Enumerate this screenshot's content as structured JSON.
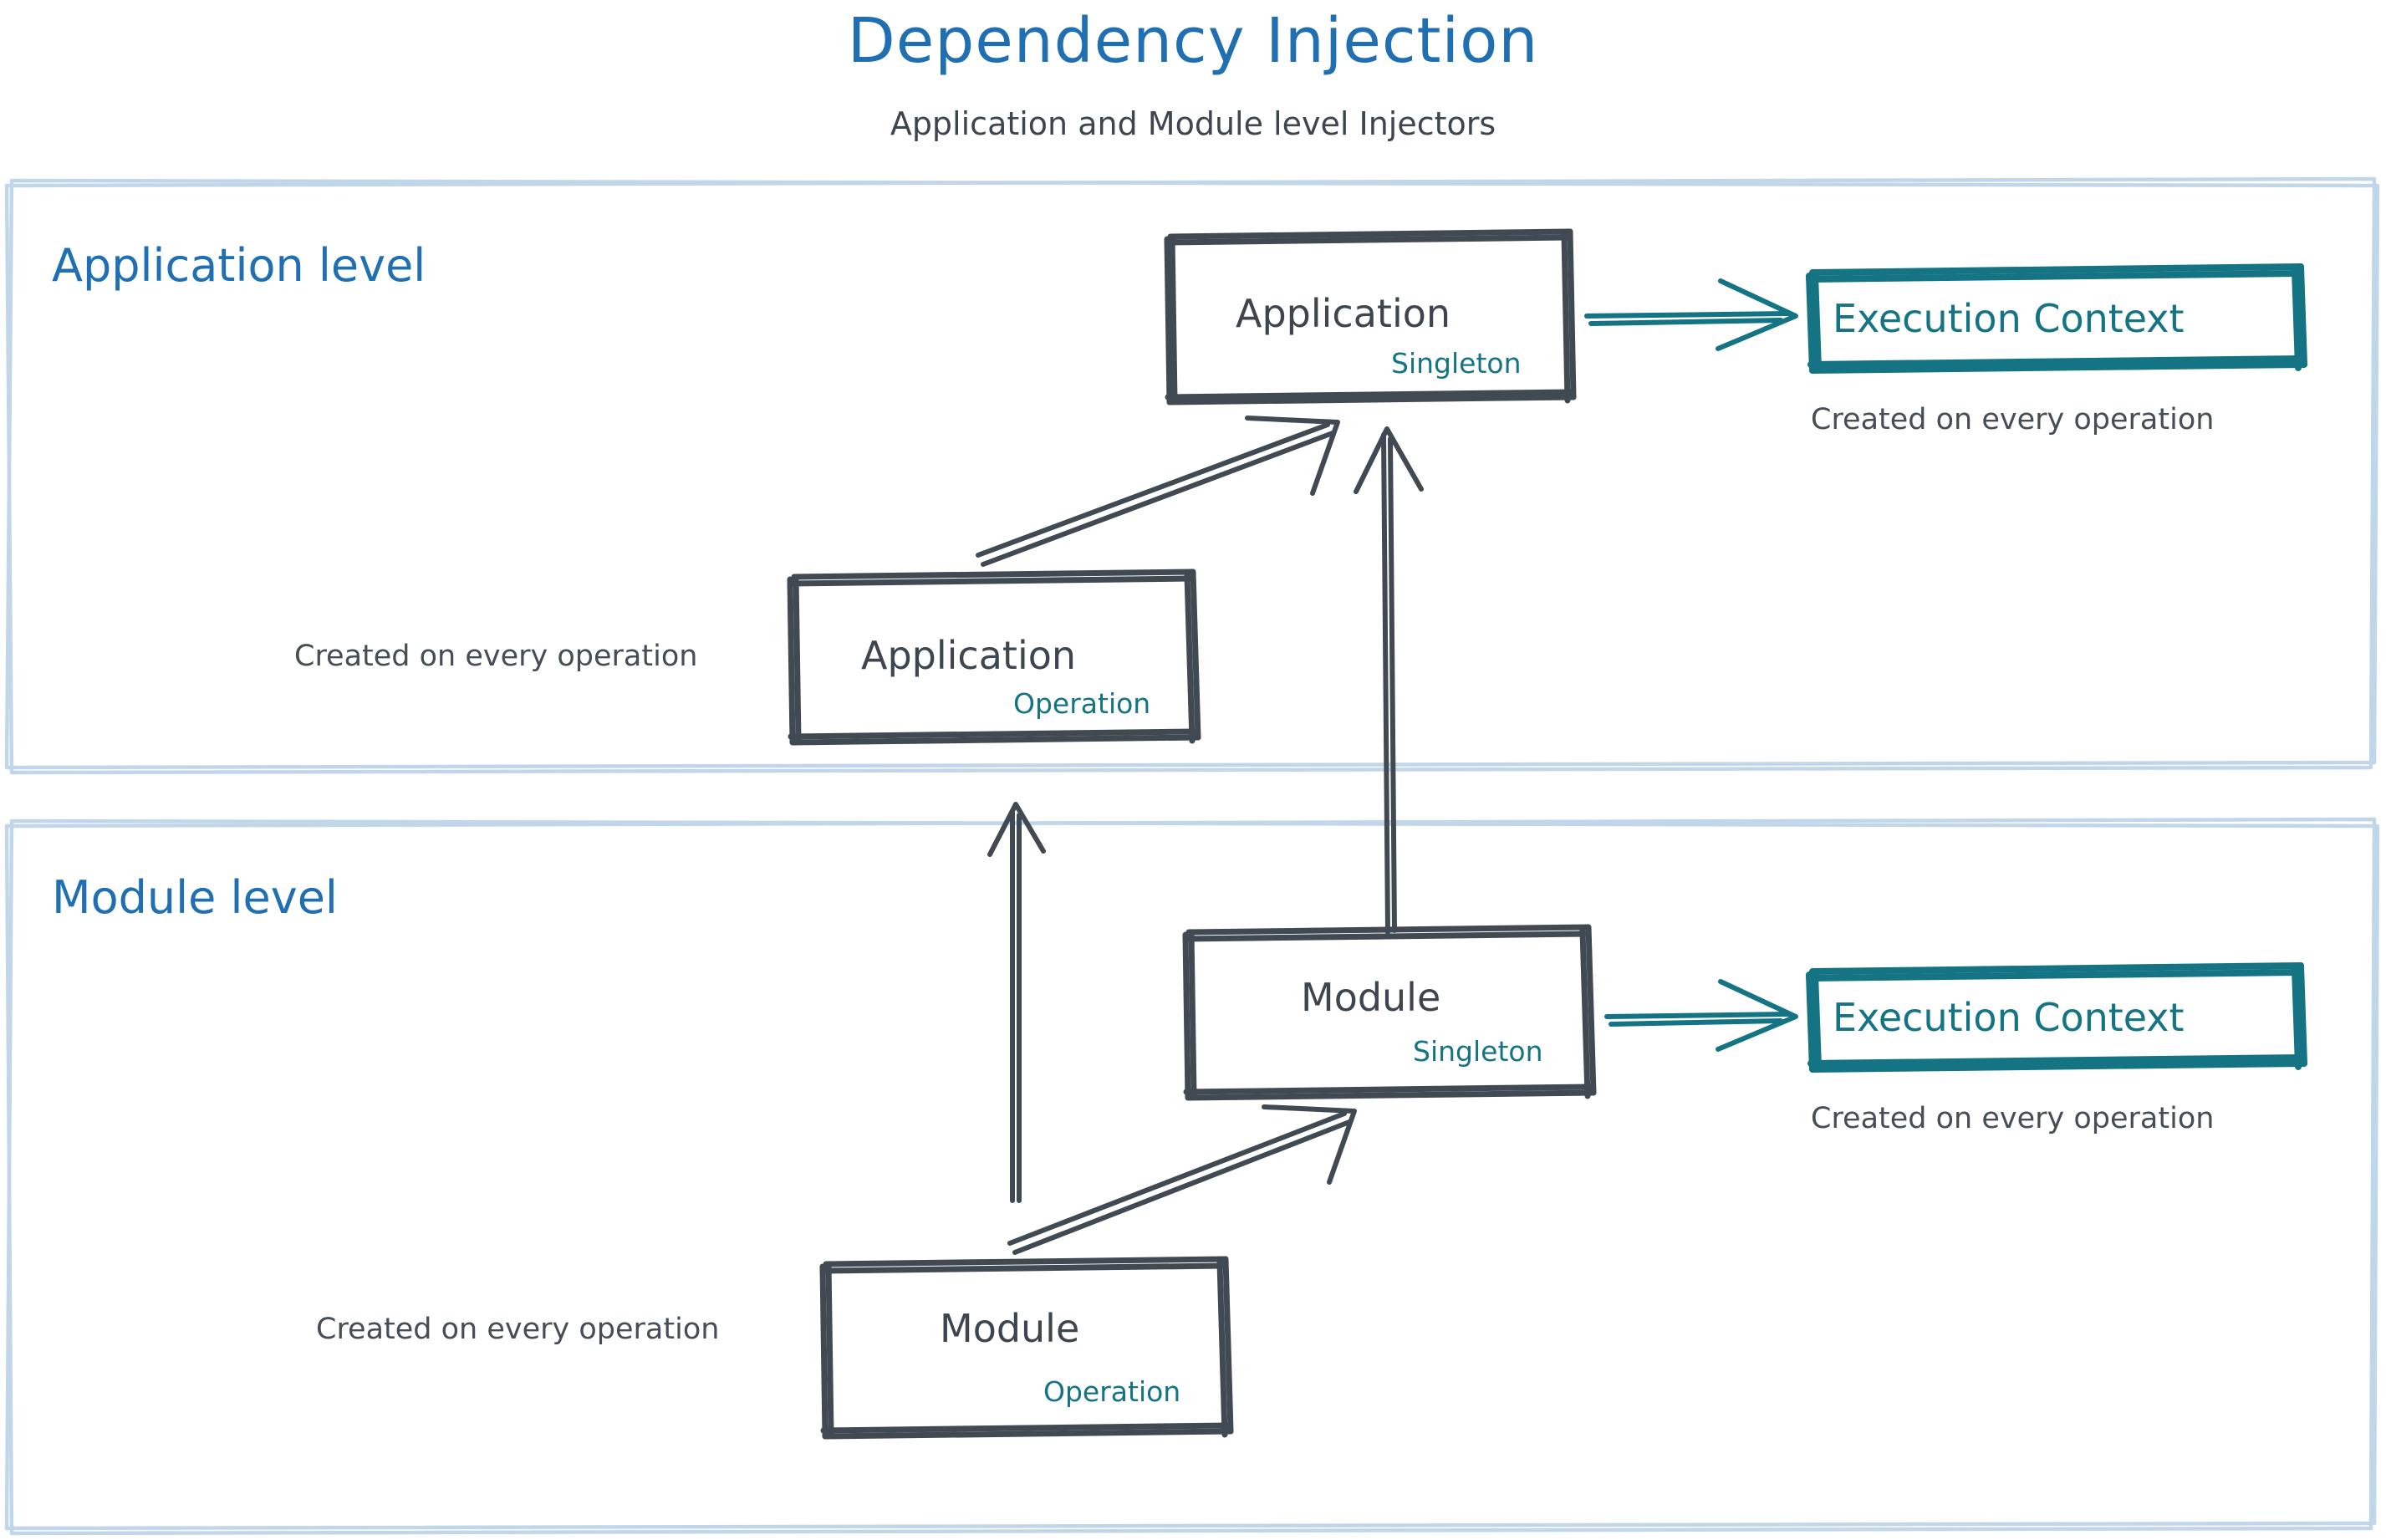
{
  "header": {
    "title": "Dependency Injection",
    "subtitle": "Application and Module level Injectors"
  },
  "panels": [
    {
      "id": "application-level",
      "label": "Application level"
    },
    {
      "id": "module-level",
      "label": "Module level"
    }
  ],
  "application_level": {
    "label": "Application level",
    "singleton_box": {
      "title": "Application",
      "tag": "Singleton"
    },
    "operation_box": {
      "title": "Application",
      "tag": "Operation"
    },
    "execution_context": {
      "title": "Execution Context"
    },
    "execution_context_note": "Created on every operation",
    "operation_note": "Created on every operation"
  },
  "module_level": {
    "label": "Module level",
    "singleton_box": {
      "title": "Module",
      "tag": "Singleton"
    },
    "operation_box": {
      "title": "Module",
      "tag": "Operation"
    },
    "execution_context": {
      "title": "Execution Context"
    },
    "execution_context_note": "Created on every operation",
    "operation_note": "Created on every operation"
  },
  "colors": {
    "title_blue": "#1f6fb2",
    "panel_border_blue": "#c2d6ea",
    "sketch_dark": "#414a52",
    "teal": "#147484",
    "text_gray": "#3d454e"
  },
  "icons": {
    "arrow_solid_up": "arrow-up-icon",
    "arrow_diagonal": "arrow-diagonal-icon",
    "arrow_right_teal": "arrow-right-icon"
  }
}
